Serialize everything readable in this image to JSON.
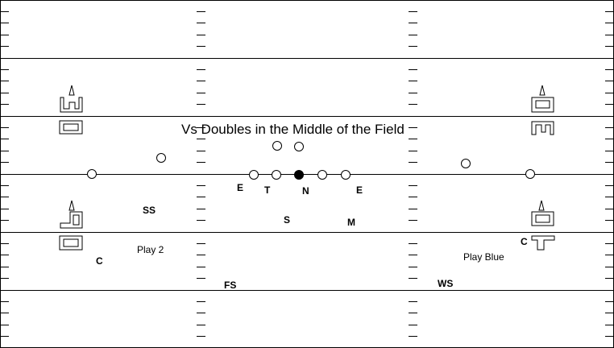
{
  "title": "Vs Doubles in the Middle of the Field",
  "annotations": {
    "left": "Play 2",
    "right": "Play Blue"
  },
  "defense_labels": {
    "ss": "SS",
    "c_left": "C",
    "e_left": "E",
    "t": "T",
    "n": "N",
    "e_right": "E",
    "s": "S",
    "m": "M",
    "c_right": "C",
    "fs": "FS",
    "ws": "WS"
  },
  "icons": {
    "upright": "goalpost-upright-icon",
    "bracket": "field-bracket-icon",
    "box": "field-box-icon",
    "player": "offensive-player-circle-icon",
    "center": "center-filled-circle-icon"
  }
}
